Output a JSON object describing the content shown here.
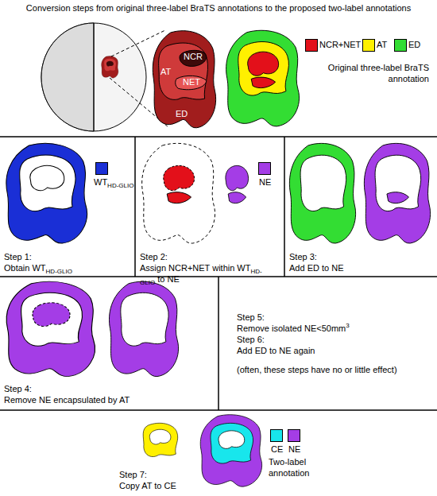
{
  "diagram": {
    "title": "Conversion steps from original three-label BraTS annotations to the proposed two-label annotations",
    "nodes": [
      {
        "text": [
          "ED"
        ]
      },
      {
        "text": [
          "AT"
        ],
        "in": 0
      },
      {
        "text": [
          "NCR"
        ],
        "in": 1
      },
      {
        "text": [
          "NET"
        ],
        "in": 1
      }
    ],
    "labels": [
      "Original three-label BraTS annotation",
      "HD-GLIO",
      "Step 1:",
      "Obtain WT",
      "HD-GLIO",
      "Step 2:",
      "Assign NCR+NET within WT",
      "HD-GLIO",
      "to NE",
      "Step 3:",
      "Add ED to NE",
      "Step 4:",
      "Remove NE encapsulated by AT",
      "Step 5:",
      "Remove isolated NE<50mm",
      "3",
      "Step 6:",
      "Add ED to NE again",
      "(often, these steps have no or little effect)",
      "Two-label annotation",
      "Step 7:",
      "Copy AT to CE"
    ],
    "legend": [
      {
        "text": "NCR+NET",
        "color": "#e3101a"
      },
      {
        "text": "AT",
        "color": "#fff000"
      },
      {
        "text": "ED",
        "color": "#33dd33"
      },
      {
        "text": "WT",
        "color": "#1a2fd6"
      },
      {
        "text": "NE",
        "color": "#a43de6"
      },
      {
        "text": "CE",
        "color": "#18e6ec"
      },
      {
        "text": "NE",
        "color": "#a43de6"
      }
    ]
  }
}
